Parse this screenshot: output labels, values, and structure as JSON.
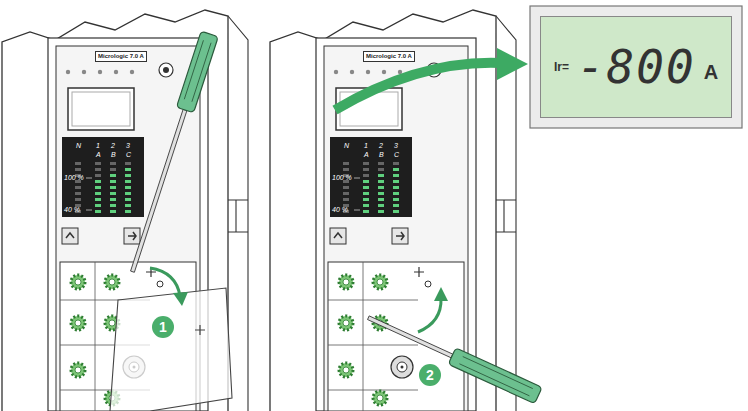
{
  "diagram": {
    "nodes": [
      {
        "text": [
          "Micrologic 7.0 A"
        ]
      },
      {
        "text": [
          "1"
        ]
      },
      {
        "text": [
          "Micrologic 7.0 A"
        ]
      },
      {
        "text": [
          "2"
        ]
      },
      {
        "text": [
          "Ir=",
          "-800",
          "A"
        ]
      }
    ],
    "labels": [
      "N",
      "1",
      "2",
      "3",
      "A",
      "B",
      "C",
      "100 %",
      "40 %",
      "N",
      "1",
      "2",
      "3",
      "A",
      "B",
      "C",
      "100 %",
      "40 %"
    ]
  }
}
